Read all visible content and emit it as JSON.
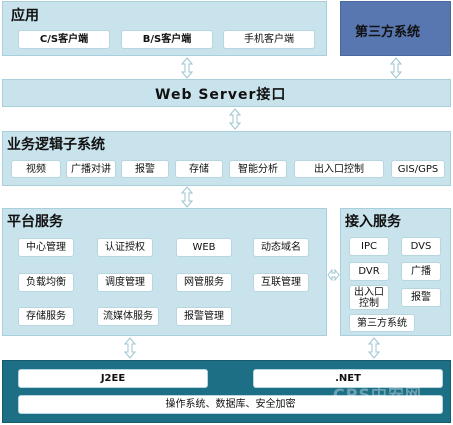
{
  "app_layer": {
    "title": "应用",
    "items": [
      "C/S客户端",
      "B/S客户端",
      "手机客户端"
    ]
  },
  "third_party": {
    "title": "第三方系统"
  },
  "web_server": {
    "title": "Web Server接口"
  },
  "business_logic": {
    "title": "业务逻辑子系统",
    "items": [
      "视频",
      "广播对讲",
      "报警",
      "存储",
      "智能分析",
      "出入口控制",
      "GIS/GPS"
    ]
  },
  "platform_services": {
    "title": "平台服务",
    "items": [
      "中心管理",
      "认证授权",
      "WEB",
      "动态域名",
      "负载均衡",
      "调度管理",
      "网管服务",
      "互联管理",
      "存储服务",
      "流媒体服务",
      "报警管理"
    ]
  },
  "access_services": {
    "title": "接入服务",
    "items": [
      "IPC",
      "DVS",
      "DVR",
      "广播",
      "出入口\n控制",
      "报警",
      "第三方系统"
    ]
  },
  "foundation": {
    "items": [
      "J2EE",
      ".NET",
      "操作系统、数据库、安全加密"
    ]
  },
  "watermark": {
    "text": "CPS中安网",
    "url": "www.cps.com.cn"
  },
  "colors": {
    "panel": "#c9e3ec",
    "third_party": "#5877b0",
    "foundation": "#1d6f86"
  }
}
